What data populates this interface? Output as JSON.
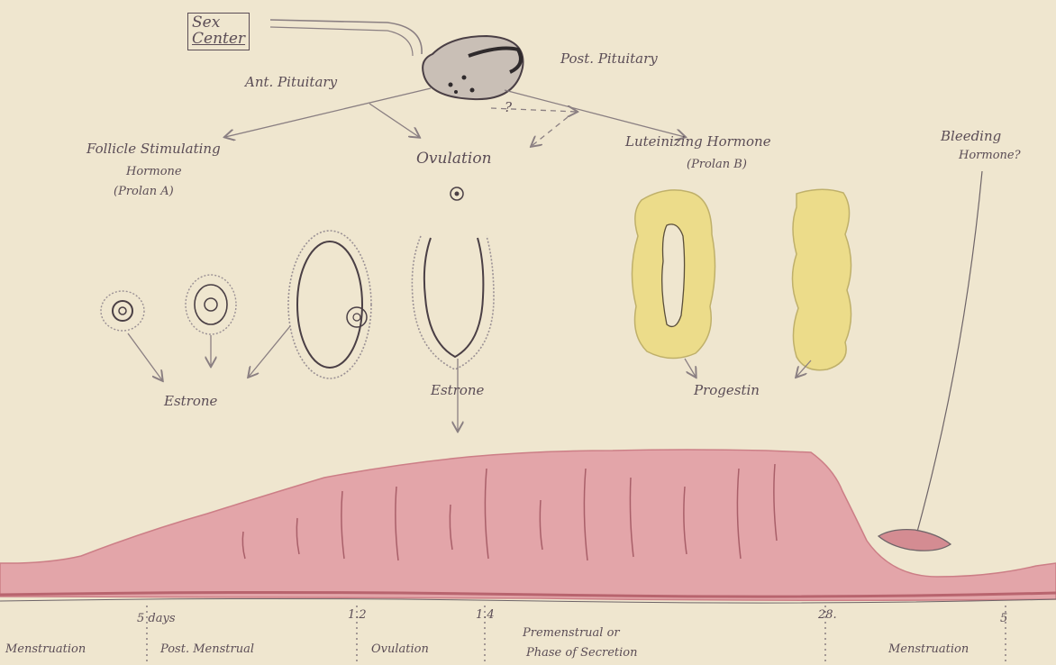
{
  "labels": {
    "sex_center_line1": "Sex",
    "sex_center_line2": "Center",
    "post_pituitary": "Post. Pituitary",
    "ant_pituitary": "Ant. Pituitary",
    "fsh_line1": "Follicle Stimulating",
    "fsh_line2": "Hormone",
    "fsh_line3": "(Prolan A)",
    "ovulation_top": "Ovulation",
    "question": "?",
    "lh_line1": "Luteinizing Hormone",
    "lh_line2": "(Prolan B)",
    "bleeding_line1": "Bleeding",
    "bleeding_line2": "Hormone?",
    "estrone_left": "Estrone",
    "estrone_center": "Estrone",
    "progestin": "Progestin"
  },
  "timeline": {
    "ticks": [
      "5 days",
      "1.2",
      "1.4",
      "28.",
      "5"
    ],
    "phases": [
      "Menstruation",
      "Post. Menstrual",
      "Ovulation",
      "Premenstrual or",
      "Phase of Secretion",
      "Menstruation"
    ]
  },
  "colors": {
    "paper": "#efe6cf",
    "ink": "#5b4d56",
    "endometrium": "#e3a5a9",
    "corpus_luteum": "#ecdc8a"
  }
}
